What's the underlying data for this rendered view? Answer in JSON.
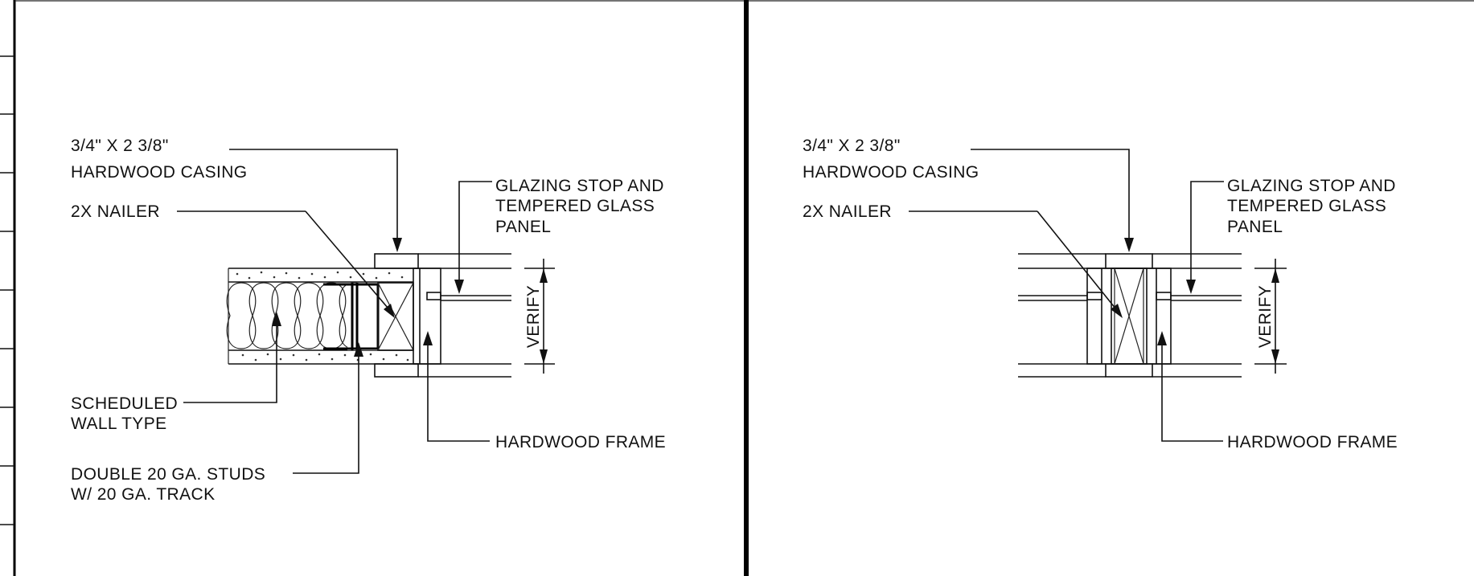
{
  "sheet": {
    "colors": {
      "ink": "#111111",
      "paper": "#ffffff"
    }
  },
  "detail_left": {
    "casing_line1": "3/4\" X 2 3/8\"",
    "casing_line2": "HARDWOOD CASING",
    "nailer": "2X NAILER",
    "glazing_line1": "GLAZING STOP AND",
    "glazing_line2": "TEMPERED GLASS",
    "glazing_line3": "PANEL",
    "verify": "VERIFY",
    "wall_line1": "SCHEDULED",
    "wall_line2": "WALL TYPE",
    "frame": "HARDWOOD FRAME",
    "studs_line1": "DOUBLE 20 GA. STUDS",
    "studs_line2": "W/ 20 GA. TRACK"
  },
  "detail_right": {
    "casing_line1": "3/4\" X 2 3/8\"",
    "casing_line2": "HARDWOOD CASING",
    "nailer": "2X NAILER",
    "glazing_line1": "GLAZING STOP AND",
    "glazing_line2": "TEMPERED GLASS",
    "glazing_line3": "PANEL",
    "verify": "VERIFY",
    "frame": "HARDWOOD FRAME"
  }
}
